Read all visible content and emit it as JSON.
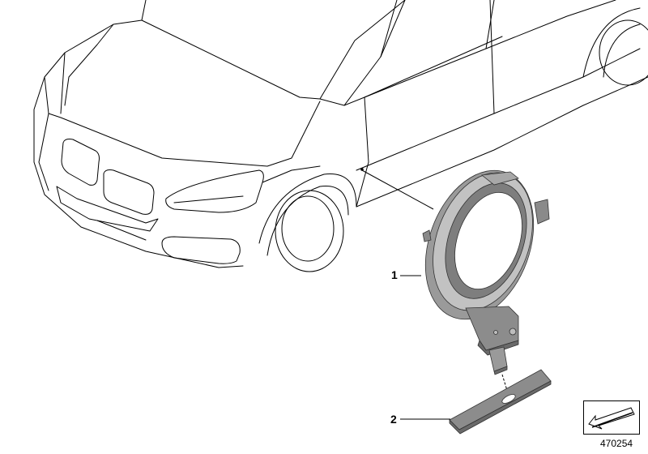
{
  "callouts": [
    {
      "number": "1",
      "part": "light-ring-module"
    },
    {
      "number": "2",
      "part": "mounting-plate"
    }
  ],
  "diagram_number": "470254",
  "icons": [
    "car-front-outline-icon",
    "part-ring-icon",
    "part-plate-icon",
    "orientation-arrow-icon"
  ],
  "colors": {
    "line": "#000000",
    "part_fill": "#8c8c8c",
    "part_dark": "#6a6a6a",
    "part_light": "#bdbdbd",
    "background": "#ffffff"
  }
}
